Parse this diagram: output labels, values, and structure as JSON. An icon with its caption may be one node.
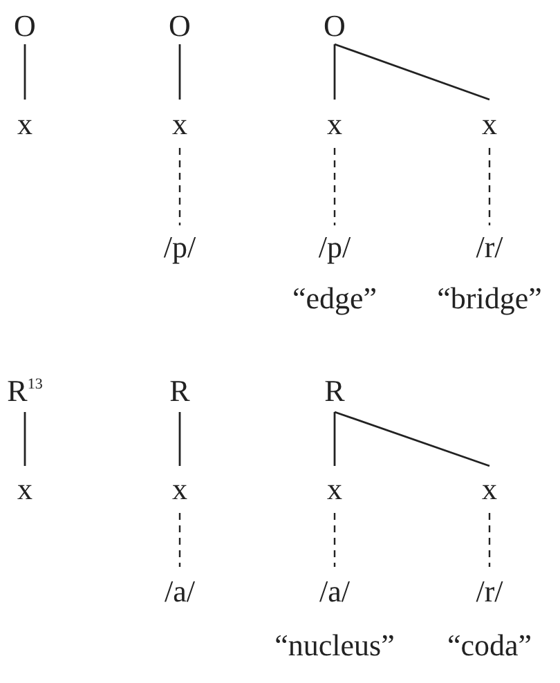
{
  "diagram": {
    "nodes": [
      {
        "text": [
          "O"
        ]
      },
      {
        "text": [
          "O"
        ]
      },
      {
        "text": [
          "O"
        ]
      },
      {
        "text": [
          "x"
        ]
      },
      {
        "text": [
          "x"
        ]
      },
      {
        "text": [
          "x"
        ]
      },
      {
        "text": [
          "x"
        ]
      },
      {
        "text": [
          "/p/"
        ]
      },
      {
        "text": [
          "/p/"
        ],
        "beside": [
          "“edge”"
        ]
      },
      {
        "text": [
          "/r/"
        ],
        "beside": [
          "“bridge”"
        ]
      },
      {
        "text": [
          "R$^{13}$"
        ]
      },
      {
        "text": [
          "R"
        ]
      },
      {
        "text": [
          "R"
        ]
      },
      {
        "text": [
          "x"
        ]
      },
      {
        "text": [
          "x"
        ]
      },
      {
        "text": [
          "x"
        ]
      },
      {
        "text": [
          "x"
        ]
      },
      {
        "text": [
          "/a/"
        ]
      },
      {
        "text": [
          "/a/"
        ],
        "beside": [
          "“nucleus”"
        ]
      },
      {
        "text": [
          "/r/"
        ],
        "beside": [
          "“coda”"
        ]
      }
    ],
    "edges": [
      {
        "from": 0,
        "to": 3,
        "arrow": "none"
      },
      {
        "from": 1,
        "to": 4,
        "arrow": "none"
      },
      {
        "from": 2,
        "to": 5,
        "arrow": "none"
      },
      {
        "from": 2,
        "to": 6,
        "arrow": "none"
      },
      {
        "from": 4,
        "to": 7,
        "arrow": "none",
        "style": "dashed"
      },
      {
        "from": 5,
        "to": 8,
        "arrow": "none",
        "style": "dashed"
      },
      {
        "from": 6,
        "to": 9,
        "arrow": "none",
        "style": "dashed"
      },
      {
        "from": 10,
        "to": 13,
        "arrow": "none"
      },
      {
        "from": 11,
        "to": 14,
        "arrow": "none"
      },
      {
        "from": 12,
        "to": 15,
        "arrow": "none"
      },
      {
        "from": 12,
        "to": 16,
        "arrow": "none"
      },
      {
        "from": 14,
        "to": 17,
        "arrow": "none",
        "style": "dashed"
      },
      {
        "from": 15,
        "to": 18,
        "arrow": "none",
        "style": "dashed"
      },
      {
        "from": 16,
        "to": 19,
        "arrow": "none",
        "style": "dashed"
      }
    ]
  }
}
